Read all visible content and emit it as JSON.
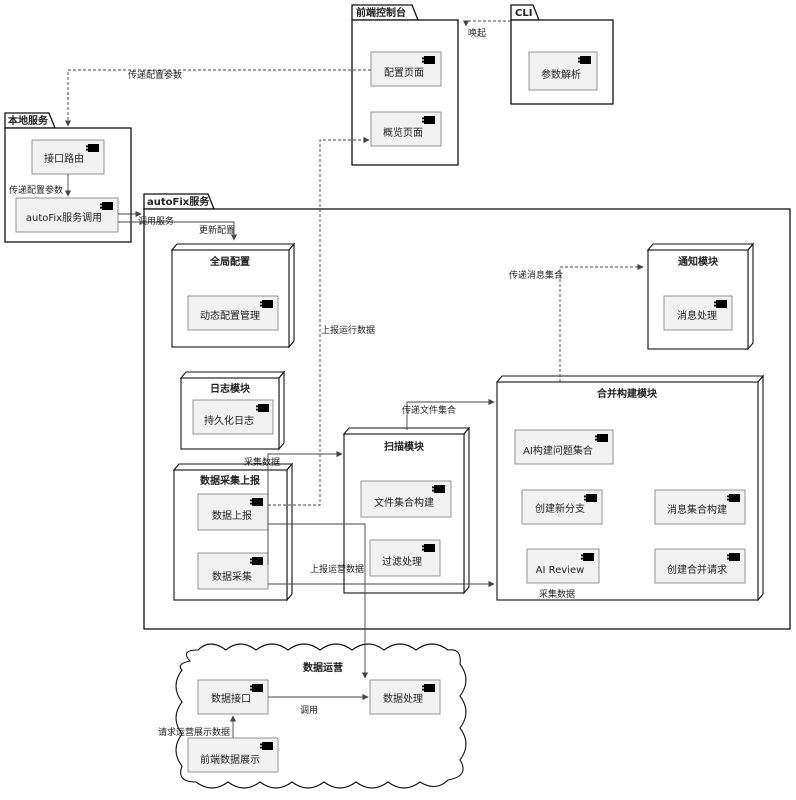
{
  "packages": {
    "frontend_console": "前端控制台",
    "cli": "CLI",
    "local_service": "本地服务",
    "autofix": "autoFix服务"
  },
  "nodes": {
    "global_config": "全局配置",
    "notify": "通知模块",
    "log": "日志模块",
    "data_report": "数据采集上报",
    "scan": "扫描模块",
    "merge_build": "合并构建模块",
    "data_ops": "数据运营"
  },
  "components": {
    "config_page": "配置页面",
    "overview_page": "概览页面",
    "param_parse": "参数解析",
    "api_route": "接口路由",
    "autofix_call": "autoFix服务调用",
    "dynamic_config": "动态配置管理",
    "msg_handle": "消息处理",
    "persist_log": "持久化日志",
    "data_upload": "数据上报",
    "data_collect": "数据采集",
    "file_set_build": "文件集合构建",
    "filter_handle": "过滤处理",
    "ai_issue_set": "AI构建问题集合",
    "create_branch": "创建新分支",
    "msg_set_build": "消息集合构建",
    "ai_review": "AI Review",
    "create_mr": "创建合并请求",
    "data_interface": "数据接口",
    "data_process": "数据处理",
    "frontend_display": "前端数据展示"
  },
  "edges": {
    "invoke": "唤起",
    "pass_config": "传递配置参数",
    "pass_config2": "传递配置参数",
    "call_service": "调用服务",
    "update_config": "更新配置",
    "report_runtime": "上报运行数据",
    "pass_msg_set": "传递消息集合",
    "pass_file_set": "传递文件集合",
    "collect_data": "采集数据",
    "report_ops": "上报运营数据",
    "collect_data2": "采集数据",
    "call": "调用",
    "request_display": "请求运营展示数据"
  }
}
